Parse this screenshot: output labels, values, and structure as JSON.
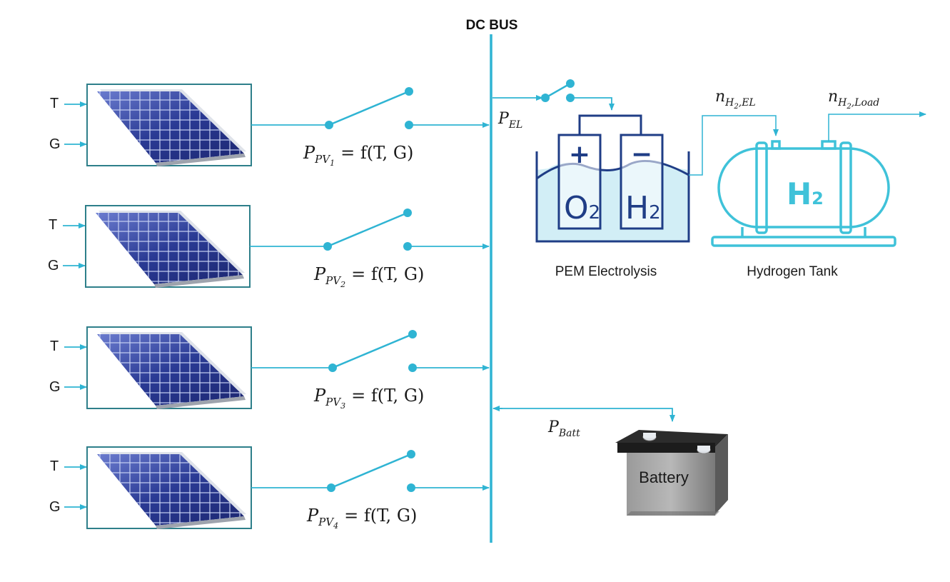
{
  "bus": {
    "title": "DC BUS"
  },
  "inputs": {
    "temperature": "T",
    "irradiance": "G"
  },
  "pv": [
    {
      "symbol": "P",
      "subscript": "PV",
      "index": "1",
      "formula": "= f(T, G)"
    },
    {
      "symbol": "P",
      "subscript": "PV",
      "index": "2",
      "formula": "= f(T, G)"
    },
    {
      "symbol": "P",
      "subscript": "PV",
      "index": "3",
      "formula": "= f(T, G)"
    },
    {
      "symbol": "P",
      "subscript": "PV",
      "index": "4",
      "formula": "= f(T, G)"
    }
  ],
  "electrolyzer": {
    "power_symbol": "P",
    "power_subscript": "EL",
    "label": "PEM Electrolysis",
    "anode_sign": "+",
    "cathode_sign": "−",
    "anode_gas": "O",
    "anode_gas_sub": "2",
    "cathode_gas": "H",
    "cathode_gas_sub": "2"
  },
  "tank": {
    "label": "Hydrogen Tank",
    "gas": "H",
    "gas_sub": "2",
    "flow_in": {
      "symbol": "n",
      "sub": "H",
      "sub_index": "2",
      "sub_rest": ",EL"
    },
    "flow_out": {
      "symbol": "n",
      "sub": "H",
      "sub_index": "2",
      "sub_rest": ",Load"
    }
  },
  "battery": {
    "label": "Battery",
    "power_symbol": "P",
    "power_subscript": "Batt"
  },
  "colors": {
    "accent": "#2fb4d3",
    "tank_stroke": "#3fc2d9",
    "electrolyzer_stroke": "#1f3d86",
    "water": "#d2eef6",
    "panel_border": "#2e7f8a"
  }
}
